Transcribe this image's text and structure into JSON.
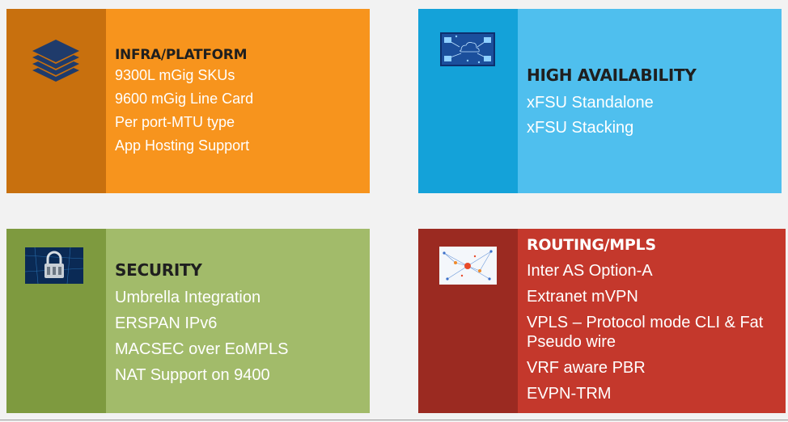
{
  "colors": {
    "infra_side": "#c8700e",
    "infra_main": "#f7941d",
    "ha_side": "#14a2d9",
    "ha_main": "#4fbfee",
    "security_side": "#7e9a3f",
    "security_main": "#a2bb6a",
    "routing_side": "#9b2a21",
    "routing_main": "#c4382c"
  },
  "cards": {
    "infra": {
      "icon": "layers-icon",
      "title": "INFRA/PLATFORM",
      "items": [
        "9300L mGig SKUs",
        "9600 mGig Line Card",
        "Per port-MTU type",
        "App Hosting Support"
      ]
    },
    "ha": {
      "icon": "cloud-network-icon",
      "title": "HIGH AVAILABILITY",
      "items": [
        "xFSU Standalone",
        "xFSU Stacking"
      ]
    },
    "security": {
      "icon": "padlock-icon",
      "title": "SECURITY",
      "items": [
        "Umbrella Integration",
        "ERSPAN IPv6",
        "MACSEC over EoMPLS",
        "NAT Support on 9400"
      ]
    },
    "routing": {
      "icon": "network-mesh-icon",
      "title": "ROUTING/MPLS",
      "items": [
        "Inter AS Option-A",
        "Extranet mVPN",
        "VPLS – Protocol mode CLI & Fat Pseudo wire",
        "VRF aware PBR",
        "EVPN-TRM"
      ]
    }
  }
}
